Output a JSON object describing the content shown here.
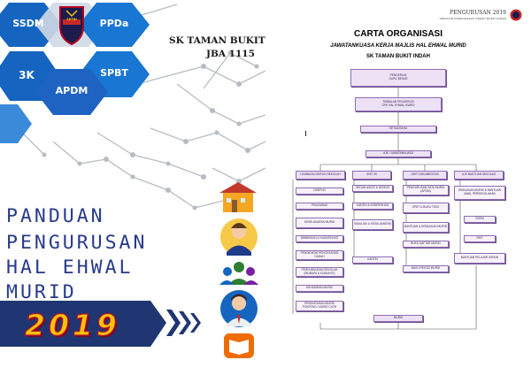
{
  "cover": {
    "hexagons": [
      "SSDM",
      "PPDa",
      "3K",
      "SPBT",
      "APDM"
    ],
    "school_name": "SK TAMAN BUKIT INDAH",
    "school_code": "JBA 1115",
    "title_lines": [
      "PANDUAN",
      "PENGURUSAN",
      "HAL EHWAL",
      "MURID"
    ],
    "year": "2019",
    "badge_text": "SKTBI",
    "icons": [
      "school-building-icon",
      "student-boy-icon",
      "group-people-icon",
      "teacher-icon",
      "book-icon"
    ],
    "colors": {
      "hex_blue": "#1565c0",
      "title_blue": "#263a8a",
      "year_yellow": "#f6c30b",
      "ribbon_navy": "#1f3672"
    }
  },
  "org_page": {
    "header_tag": "PENGURUSAN 2019",
    "header_sub": "SEKOLAH KEBANGSAAN TAMAN BUKIT INDAH",
    "title": "CARTA ORGANISASI",
    "subtitle1": "JAWATANKUASA KERJA MAJLIS HAL EHWAL MURID",
    "subtitle2": "SK TAMAN BUKIT INDAH",
    "top_chain": [
      [
        "PENGERUSI",
        "GURU BESAR"
      ],
      [
        "TIMBALAN PENGERUSI",
        "GPK HAL EHWAL MURID"
      ],
      [
        "SETIAUSAHA"
      ],
      [
        "AJK / JAWATANKUASA"
      ]
    ],
    "columns": [
      {
        "head": "LEMBAGA DISIPLIN SEKOLAH",
        "items": [
          "DISIPLIN",
          "PENGAWAS",
          "KESELAMATAN MURID",
          "BIMBINGAN & KAUNSELING",
          "PENDIDIKAN PENCEGAHAN DADAH",
          "PERHUBUNGAN SEKOLAH (IBUBAPA & KOMUNITI)",
          "KEHADIRAN MURID",
          "PENGURUSAN MURID PONTENG / MURID CICIR"
        ]
      },
      {
        "head": "UNIT 3K",
        "items": [
          "ORGAN ASIDO & DENGGI",
          "KANTIN & KEBERSIHAN",
          "SIMULASI & KESELAMATAN",
          "KANTIN"
        ]
      },
      {
        "head": "UNIT DOKUMENTASI",
        "items": [
          "PENGURUSAN DATA MURID (APDM)",
          "SPBT & BUKU TEKS",
          "BANTUAN & KEBAJIKAN MURID",
          "BUKU DAFTAR MURID",
          "BUKU REKOD MURID"
        ]
      },
      {
        "head": "AJK BANTUAN SEKOLAH",
        "items": [
          "KEBAJIKAN MURID & BANTUAN AWAL PERSEKOLAHAN",
          "SSDM",
          "RMT",
          "BANTUAN PELAJAR MISKIN"
        ]
      }
    ],
    "bottom": "MURID"
  }
}
